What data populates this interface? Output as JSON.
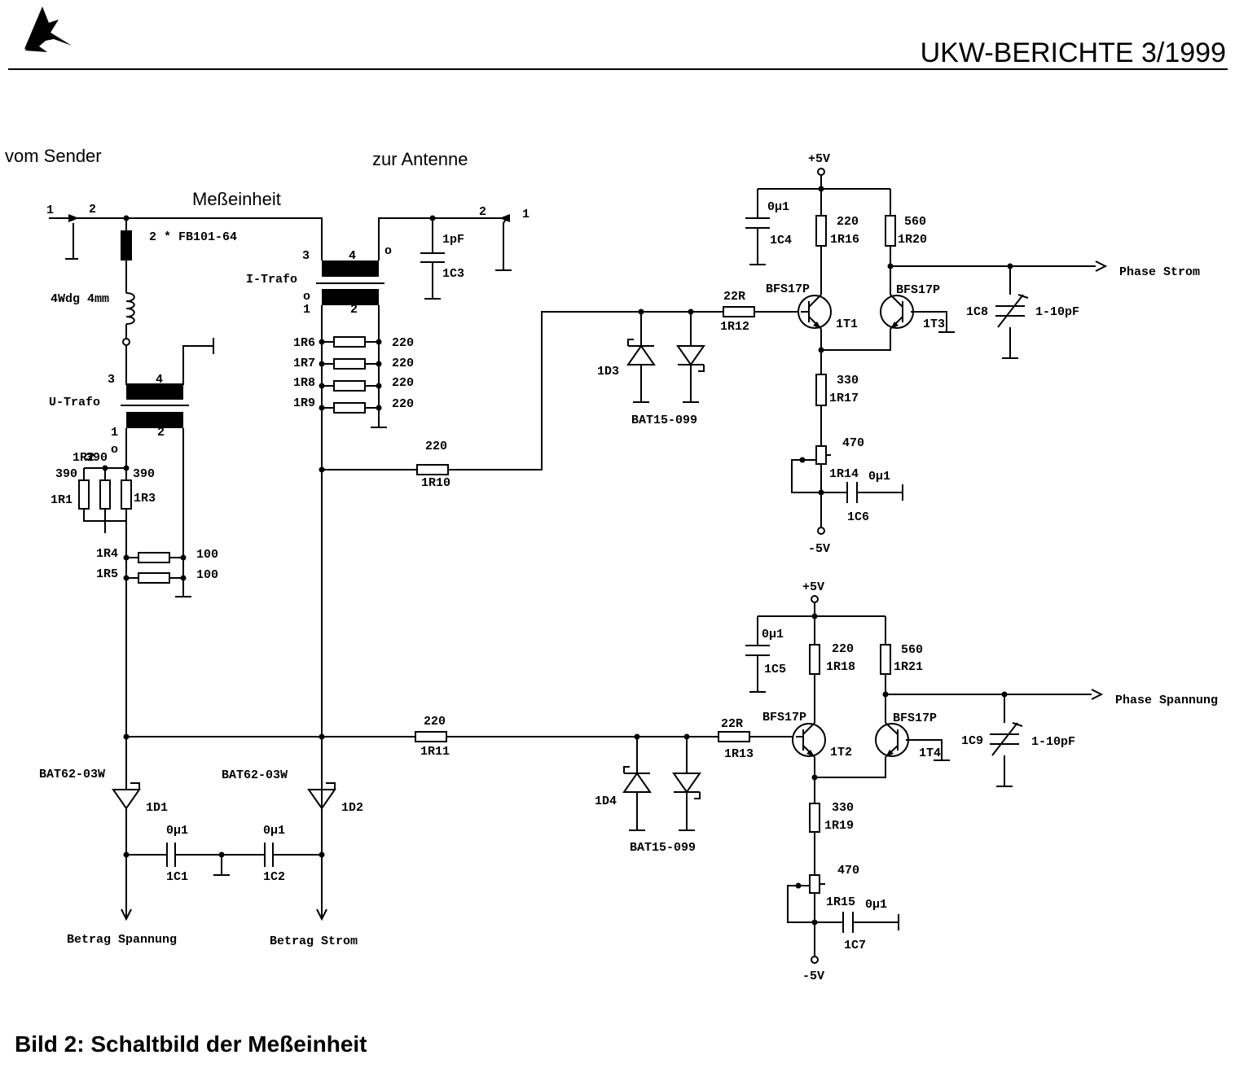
{
  "header": {
    "journal": "UKW-BERICHTE 3/1999"
  },
  "caption": "Bild 2: Schaltbild der Meßeinheit",
  "labels": {
    "vom_sender": "vom Sender",
    "zur_antenne": "zur Antenne",
    "messeinheit": "Meßeinheit",
    "port_in_1": "1",
    "port_in_2": "2",
    "port_out_1": "1",
    "port_out_2": "2",
    "ferrite": "2 * FB101-64",
    "coil": "4Wdg 4mm",
    "u_trafo": "U-Trafo",
    "i_trafo": "I-Trafo",
    "pin_1": "1",
    "pin_2": "2",
    "pin_3": "3",
    "pin_4": "4",
    "pin_o": "o",
    "c3_value": "1pF",
    "c3_ref": "1C3",
    "r1_ref": "1R1",
    "r2_ref": "1R2",
    "r3_ref": "1R3",
    "r1_value": "390",
    "r2_value": "390",
    "r3_value": "390",
    "r4_ref": "1R4",
    "r5_ref": "1R5",
    "r4_value": "100",
    "r5_value": "100",
    "r6_ref": "1R6",
    "r7_ref": "1R7",
    "r8_ref": "1R8",
    "r9_ref": "1R9",
    "r6_value": "220",
    "r7_value": "220",
    "r8_value": "220",
    "r9_value": "220",
    "r10_value": "220",
    "r10_ref": "1R10",
    "r11_value": "220",
    "r11_ref": "1R11",
    "d1_type": "BAT62-03W",
    "d1_ref": "1D1",
    "d2_type": "BAT62-03W",
    "d2_ref": "1D2",
    "c1_value": "0µ1",
    "c1_ref": "1C1",
    "c2_value": "0µ1",
    "c2_ref": "1C2",
    "out_betrag_spannung": "Betrag Spannung",
    "out_betrag_strom": "Betrag Strom",
    "pos_supply_top": "+5V",
    "neg_supply_top": "-5V",
    "c4_value": "0µ1",
    "c4_ref": "1C4",
    "r16_value": "220",
    "r16_ref": "1R16",
    "r20_value": "560",
    "r20_ref": "1R20",
    "t1_type": "BFS17P",
    "t1_ref": "1T1",
    "t3_type": "BFS17P",
    "t3_ref": "1T3",
    "r12_value": "22R",
    "r12_ref": "1R12",
    "d3_ref": "1D3",
    "d3_type": "BAT15-099",
    "r17_value": "330",
    "r17_ref": "1R17",
    "r14_value": "470",
    "r14_ref": "1R14",
    "c6_value": "0µ1",
    "c6_ref": "1C6",
    "c8_ref": "1C8",
    "c8_value": "1-10pF",
    "out_phase_strom": "Phase Strom",
    "pos_supply_bottom": "+5V",
    "neg_supply_bottom": "-5V",
    "c5_value": "0µ1",
    "c5_ref": "1C5",
    "r18_value": "220",
    "r18_ref": "1R18",
    "r21_value": "560",
    "r21_ref": "1R21",
    "t2_type": "BFS17P",
    "t2_ref": "1T2",
    "t4_type": "BFS17P",
    "t4_ref": "1T4",
    "r13_value": "22R",
    "r13_ref": "1R13",
    "d4_ref": "1D4",
    "d4_type": "BAT15-099",
    "r19_value": "330",
    "r19_ref": "1R19",
    "r15_value": "470",
    "r15_ref": "1R15",
    "c7_value": "0µ1",
    "c7_ref": "1C7",
    "c9_ref": "1C9",
    "c9_value": "1-10pF",
    "out_phase_spannung": "Phase Spannung"
  }
}
